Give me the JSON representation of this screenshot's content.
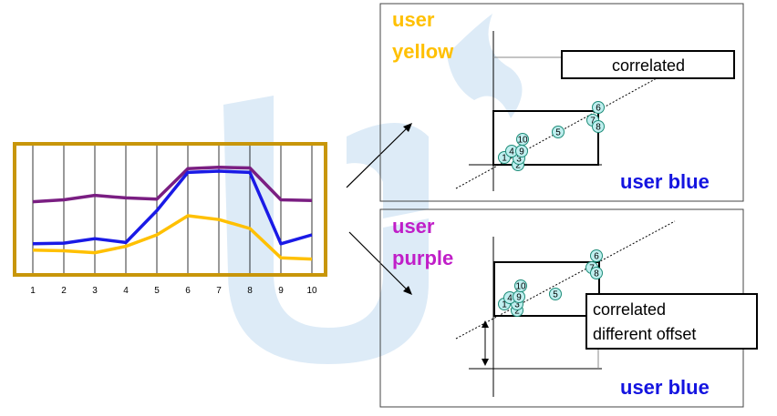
{
  "colors": {
    "frame_gold": "#C8960A",
    "purple_series": "#7A1E82",
    "blue_series": "#1A1AE6",
    "yellow_series": "#FFC000",
    "yellow_label": "#FFC000",
    "purple_label": "#C01EC8",
    "blue_label": "#1414E0",
    "point_fill": "#BFEFEF",
    "point_stroke": "#1E8C78",
    "watermark": "#DDEBF7"
  },
  "chart_data": {
    "type": "line",
    "x": [
      1,
      2,
      3,
      4,
      5,
      6,
      7,
      8,
      9,
      10
    ],
    "tick_labels": [
      "1",
      "2",
      "3",
      "4",
      "5",
      "6",
      "7",
      "8",
      "9",
      "10"
    ],
    "ylim": [
      0,
      10
    ],
    "series": [
      {
        "key": "purple",
        "values": [
          5.6,
          5.75,
          6.1,
          5.9,
          5.8,
          8.2,
          8.3,
          8.25,
          5.75,
          5.7
        ]
      },
      {
        "key": "blue",
        "values": [
          2.3,
          2.35,
          2.7,
          2.4,
          4.9,
          7.9,
          8.0,
          7.9,
          2.3,
          3.0
        ]
      },
      {
        "key": "yellow",
        "values": [
          1.8,
          1.75,
          1.6,
          2.1,
          3.0,
          4.5,
          4.2,
          3.5,
          1.2,
          1.1
        ]
      }
    ]
  },
  "panel_top": {
    "y_label_line1": "user",
    "y_label_line2": "yellow",
    "x_label": "user blue",
    "box_text": "correlated",
    "points": [
      "1",
      "2",
      "3",
      "4",
      "5",
      "6",
      "7",
      "8",
      "9",
      "10"
    ]
  },
  "panel_bottom": {
    "y_label_line1": "user",
    "y_label_line2": "purple",
    "x_label": "user blue",
    "box_text_line1": "correlated",
    "box_text_line2": "different offset",
    "points": [
      "1",
      "2",
      "3",
      "4",
      "5",
      "6",
      "7",
      "8",
      "9",
      "10"
    ]
  }
}
